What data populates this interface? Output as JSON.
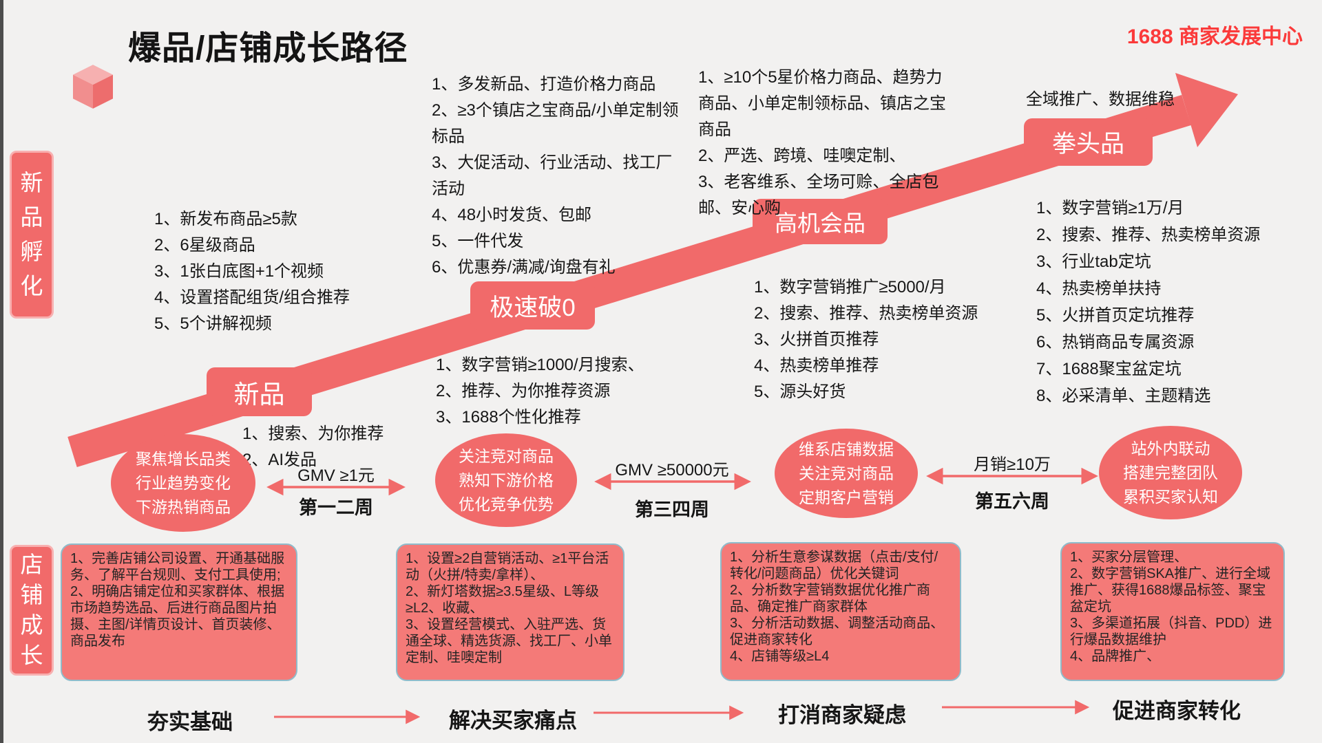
{
  "header": {
    "title": "爆品/店铺成长路径",
    "brand": "1688 商家发展中心",
    "logo_icon": "cube-icon"
  },
  "colors": {
    "accent": "#f16a6a",
    "brand_red": "#fb3a3a",
    "background": "#f2f1f0",
    "box_border": "#8fbccb"
  },
  "side_labels": {
    "incubation": "新品孵化",
    "growth": "店铺成长"
  },
  "stages": [
    {
      "label": "新品",
      "prep": [
        "1、新发布商品≥5款",
        "2、6星级商品",
        "3、1张白底图+1个视频",
        "4、设置搭配组货/组合推荐",
        "5、5个讲解视频"
      ],
      "resources": [
        "1、搜索、为你推荐",
        "2、AI发品"
      ]
    },
    {
      "label": "极速破0",
      "prep": [
        "1、多发新品、打造价格力商品",
        "2、≥3个镇店之宝商品/小单定制领标品",
        "3、大促活动、行业活动、找工厂活动",
        "4、48小时发货、包邮",
        "5、一件代发",
        "6、优惠券/满减/询盘有礼"
      ],
      "resources": [
        "1、数字营销≥1000/月搜索、",
        "2、推荐、为你推荐资源",
        "3、1688个性化推荐"
      ]
    },
    {
      "label": "高机会品",
      "prep": [
        "1、≥10个5星价格力商品、趋势力商品、小单定制领标品、镇店之宝商品",
        "2、严选、跨境、哇噢定制、",
        "3、老客维系、全场可赊、全店包邮、安心购"
      ],
      "resources": [
        "1、数字营销推广≥5000/月",
        "2、搜索、推荐、热卖榜单资源",
        "3、火拼首页推荐",
        "4、热卖榜单推荐",
        "5、源头好货"
      ]
    },
    {
      "label": "拳头品",
      "note": "全域推广、数据维稳",
      "resources": [
        "1、数字营销≥1万/月",
        "2、搜索、推荐、热卖榜单资源",
        "3、行业tab定坑",
        "4、热卖榜单扶持",
        "5、火拼首页定坑推荐",
        "6、热销商品专属资源",
        "7、1688聚宝盆定坑",
        "8、必采清单、主题精选"
      ]
    }
  ],
  "milestones": [
    {
      "focus": [
        "聚焦增长品类",
        "行业趋势变化",
        "下游热销商品"
      ]
    },
    {
      "focus": [
        "关注竞对商品",
        "熟知下游价格",
        "优化竞争优势"
      ]
    },
    {
      "focus": [
        "维系店铺数据",
        "关注竞对商品",
        "定期客户营销"
      ]
    },
    {
      "focus": [
        "站外内联动",
        "搭建完整团队",
        "累积买家认知"
      ]
    }
  ],
  "connectors": [
    {
      "metric": "GMV ≥1元",
      "period": "第一二周"
    },
    {
      "metric": "GMV ≥50000元",
      "period": "第三四周"
    },
    {
      "metric": "月销≥10万",
      "period": "第五六周"
    }
  ],
  "growth_boxes": [
    {
      "items": [
        "1、完善店铺公司设置、开通基础服务、了解平台规则、支付工具使用;",
        "2、明确店铺定位和买家群体、根据市场趋势选品、后进行商品图片拍摄、主图/详情页设计、首页装修、商品发布"
      ]
    },
    {
      "items": [
        "1、设置≥2自营销活动、≥1平台活动（火拼/特卖/拿样）、",
        "2、新灯塔数据≥3.5星级、L等级≥L2、收藏、",
        "3、设置经营模式、入驻严选、货通全球、精选货源、找工厂、小单定制、哇噢定制"
      ]
    },
    {
      "items": [
        "1、分析生意参谋数据（点击/支付/转化/问题商品）优化关键词",
        "2、分析数字营销数据优化推广商品、确定推广商家群体",
        "3、分析活动数据、调整活动商品、促进商家转化",
        "4、店铺等级≥L4"
      ]
    },
    {
      "items": [
        "1、买家分层管理、",
        "2、数字营销SKA推广、进行全域推广、获得1688爆品标签、聚宝盆定坑",
        "3、多渠道拓展（抖音、PDD）进行爆品数据维护",
        "4、品牌推广、"
      ]
    }
  ],
  "bottom_flow": [
    "夯实基础",
    "解决买家痛点",
    "打消商家疑虑",
    "促进商家转化"
  ]
}
